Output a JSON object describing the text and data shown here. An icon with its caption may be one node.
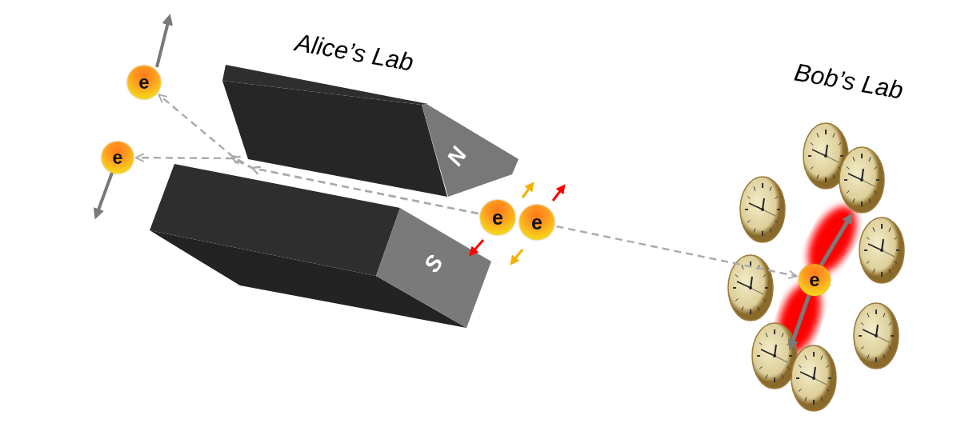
{
  "diagram": {
    "nodes": [
      {
        "text": [
          "e"
        ]
      },
      {
        "text": [
          "e"
        ]
      },
      {
        "text": [
          "N"
        ]
      },
      {
        "text": [
          "S"
        ]
      },
      {
        "text": [
          "e"
        ]
      },
      {
        "text": [
          "e"
        ]
      },
      {
        "text": [
          "e"
        ]
      }
    ],
    "edges": [
      {
        "from": 4,
        "to": 0,
        "arrow": "to",
        "style": "dashed"
      },
      {
        "from": 4,
        "to": 1,
        "arrow": "to",
        "style": "dashed"
      },
      {
        "from": 5,
        "to": 6,
        "arrow": "to",
        "style": "dashed"
      }
    ],
    "labels": [
      "Alice’s Lab",
      "Bob’s Lab"
    ]
  }
}
